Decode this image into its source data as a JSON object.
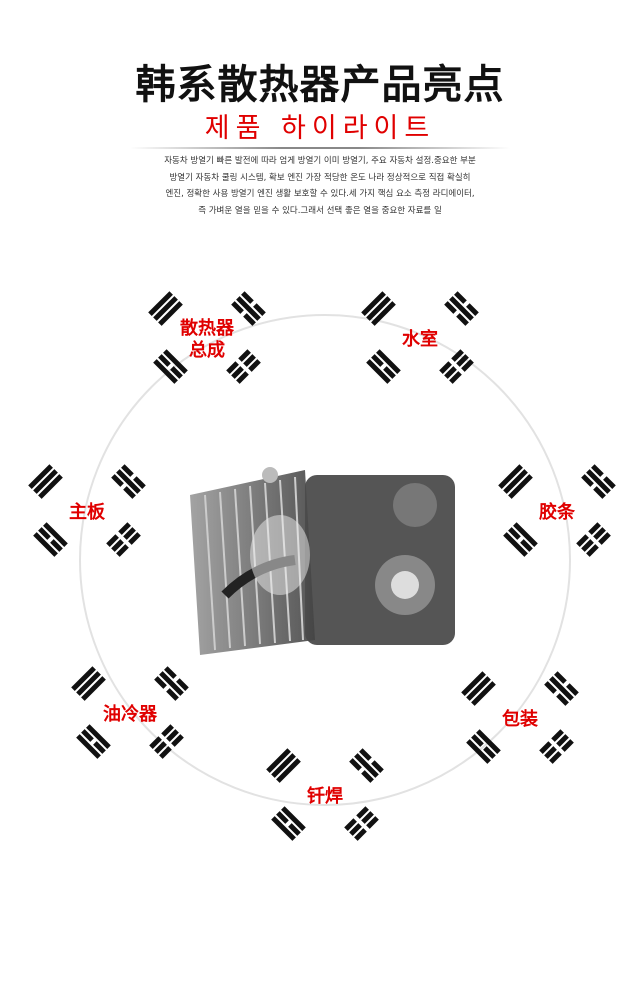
{
  "header": {
    "title": "韩系散热器产品亮点",
    "subtitle": "제품 하이라이트",
    "description": [
      "자동차 방열기 빠른 발전에 따라 엄게 방열기 이미 방열기, 주요 자동차 설정.중요한 부분",
      "방열기 자동차 쿨링 시스템, 확보 엔진 가장 적당한 온도 나라 정상적으로 직접 확실히",
      "엔진, 정확한 사용 방열기 엔진 생활 보호할 수 있다.세 가지 핵심 요소 측정 라디에이터,",
      "즉 가벼운 열을 믿을 수 있다.그래서 선택 좋은 열을 중요한 자료를 일"
    ]
  },
  "features": [
    {
      "label": "散热器\n总成"
    },
    {
      "label": "水室"
    },
    {
      "label": "主板"
    },
    {
      "label": "胶条"
    },
    {
      "label": "油冷器"
    },
    {
      "label": "包装"
    },
    {
      "label": "钎焊"
    }
  ],
  "image": {
    "icon": "radiator-engine-image"
  }
}
